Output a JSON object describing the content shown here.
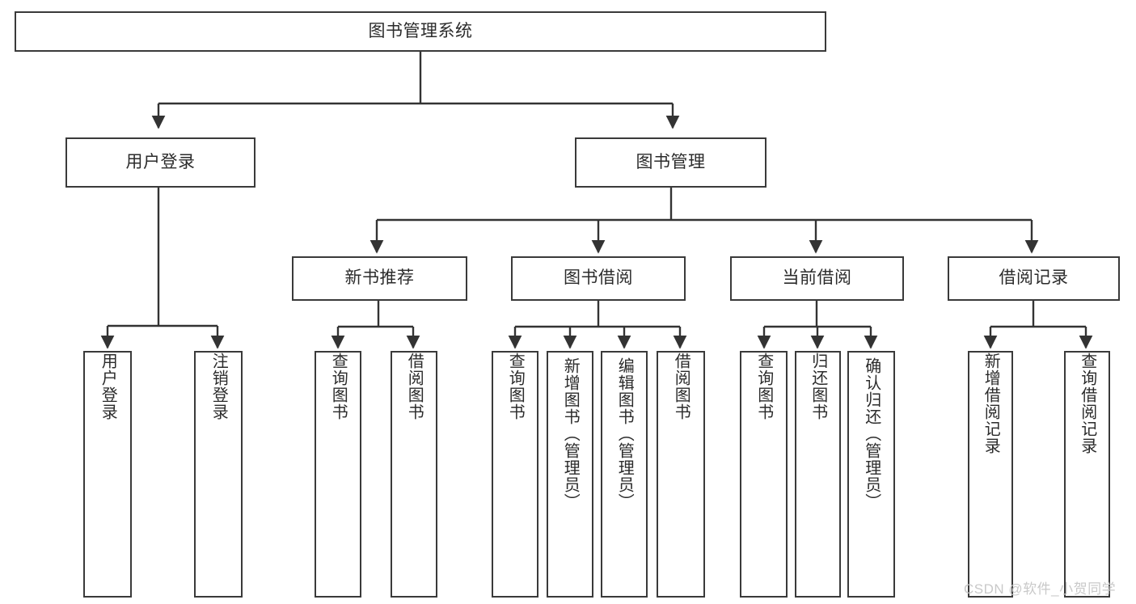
{
  "diagram": {
    "title": "图书管理系统",
    "type": "tree-hierarchy",
    "watermark": "CSDN @软件_小贺同学",
    "colors": {
      "box_border": "#3a3a3a",
      "box_fill": "#ffffff",
      "edge": "#333333",
      "text": "#2b2b2b",
      "watermark": "#c9c9c9",
      "background": "#ffffff"
    },
    "nodes": {
      "root": {
        "label": "图书管理系统"
      },
      "level2": [
        {
          "label": "用户登录"
        },
        {
          "label": "图书管理"
        }
      ],
      "level3": [
        {
          "label": "新书推荐"
        },
        {
          "label": "图书借阅"
        },
        {
          "label": "当前借阅"
        },
        {
          "label": "借阅记录"
        }
      ],
      "leaves_user_login": [
        {
          "label": "用户登录"
        },
        {
          "label": "注销登录"
        }
      ],
      "leaves_new_book": [
        {
          "label": "查询图书"
        },
        {
          "label": "借阅图书"
        }
      ],
      "leaves_borrow": [
        {
          "label": "查询图书"
        },
        {
          "label": "新增图书（管理员）"
        },
        {
          "label": "编辑图书（管理员）"
        },
        {
          "label": "借阅图书"
        }
      ],
      "leaves_current": [
        {
          "label": "查询图书"
        },
        {
          "label": "归还图书"
        },
        {
          "label": "确认归还（管理员）"
        }
      ],
      "leaves_record": [
        {
          "label": "新增借阅记录"
        },
        {
          "label": "查询借阅记录"
        }
      ]
    }
  }
}
